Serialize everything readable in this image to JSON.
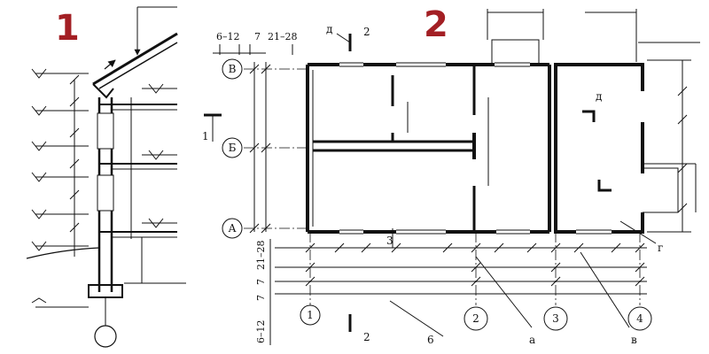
{
  "panels": [
    {
      "number": "1"
    },
    {
      "number": "2"
    }
  ],
  "colors": {
    "number": "#a31f24",
    "ink": "#111111"
  },
  "axes": {
    "rows": [
      "В",
      "Б",
      "А"
    ],
    "columns": [
      "1",
      "2",
      "3",
      "4"
    ]
  },
  "dimensions": {
    "top": [
      "6–12",
      "7",
      "21–28"
    ],
    "vertical": [
      "6–12",
      "7",
      "7",
      "21–28"
    ]
  },
  "sections": {
    "d_mark": "д",
    "d_num_top": "2",
    "d_num_bottom": "2",
    "mark_1": "1",
    "interior_d": "д"
  },
  "callouts": {
    "z": "3",
    "six": "6",
    "a": "а",
    "v": "в",
    "g": "г"
  }
}
